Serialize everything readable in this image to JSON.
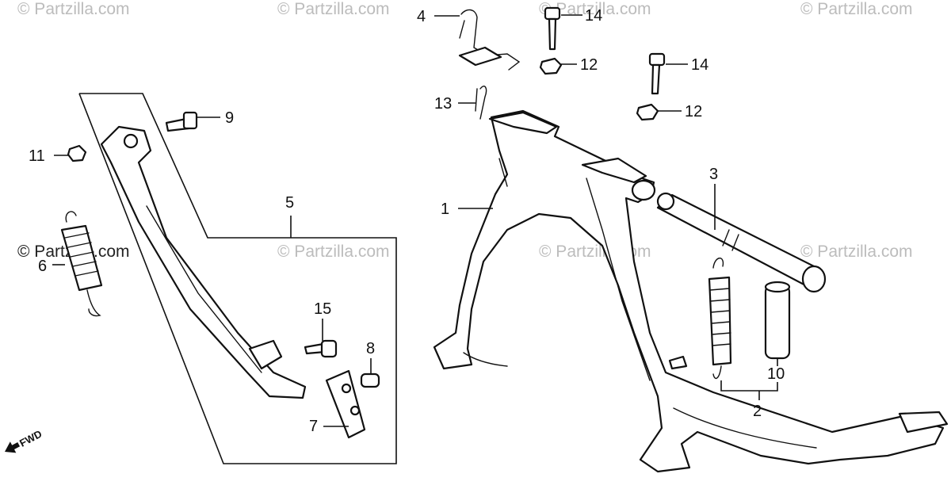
{
  "watermarks": {
    "top": [
      "© Partzilla.com",
      "© Partzilla.com",
      "© Partzilla.com",
      "© Partzilla.com"
    ],
    "middle": [
      "© Partzilla.com",
      "© Partzilla.com",
      "© Partzilla.com",
      "© Partzilla.com"
    ]
  },
  "callouts": {
    "p1": "1",
    "p2": "2",
    "p3": "3",
    "p4": "4",
    "p5": "5",
    "p6": "6",
    "p7": "7",
    "p8": "8",
    "p9": "9",
    "p10": "10",
    "p11": "11",
    "p12a": "12",
    "p12b": "12",
    "p13": "13",
    "p14a": "14",
    "p14b": "14",
    "p15": "15"
  },
  "fwd_label": "FWD"
}
